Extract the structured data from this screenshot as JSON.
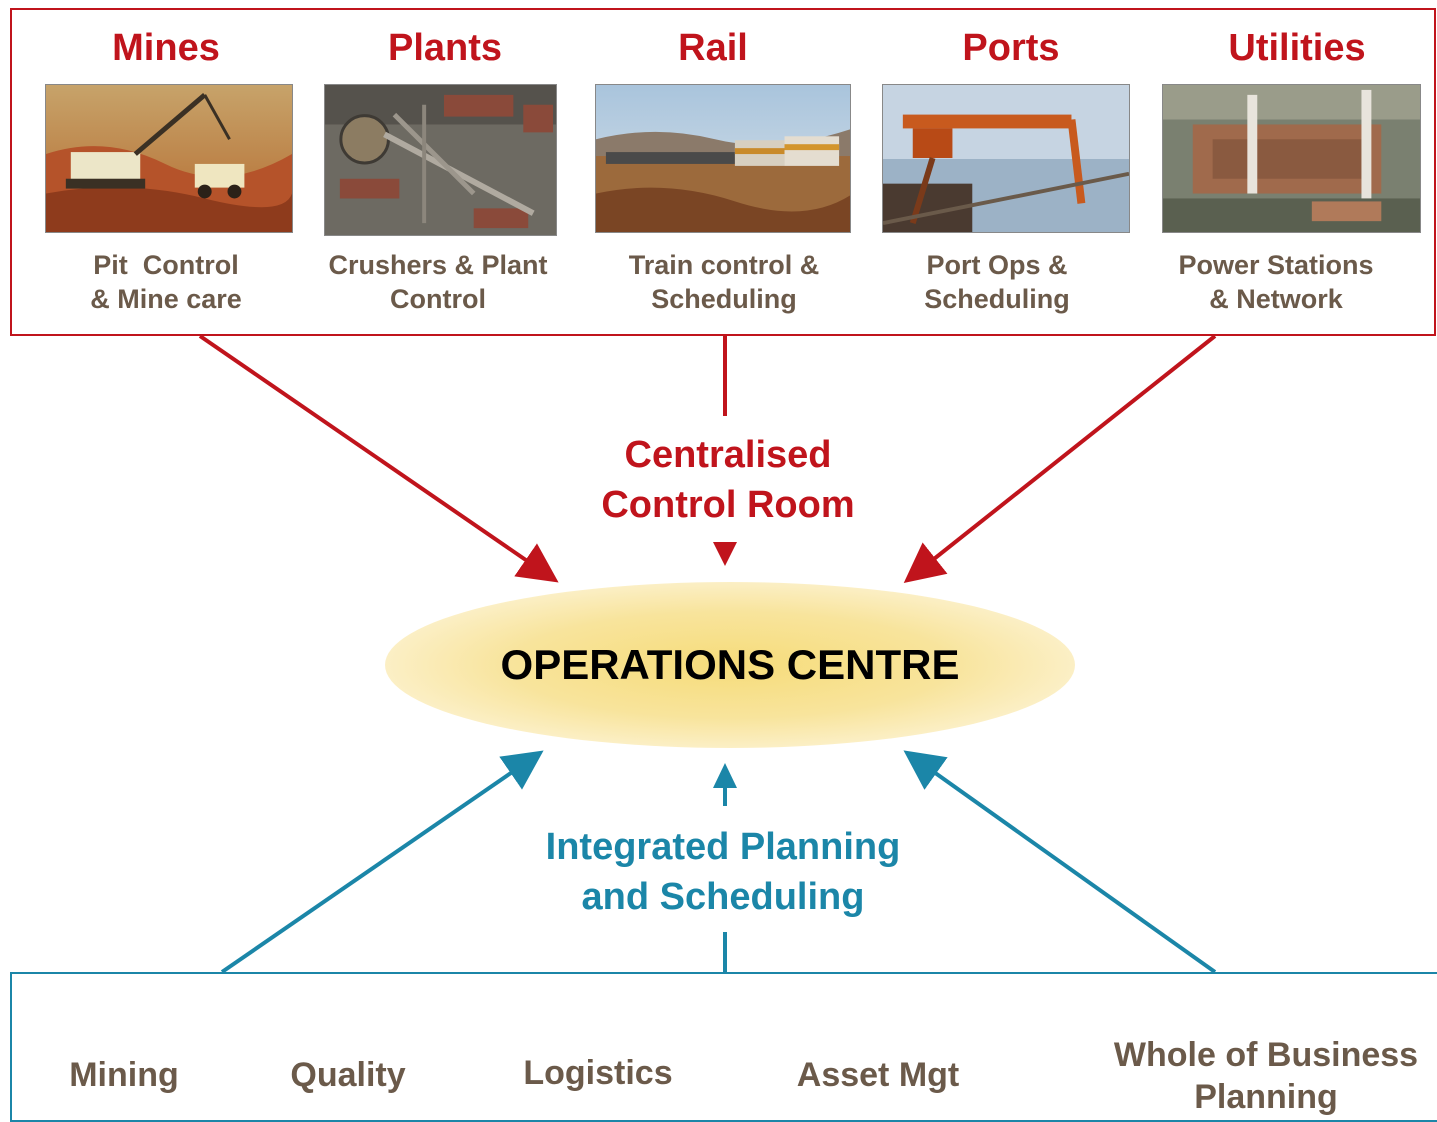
{
  "top_categories": [
    {
      "title": "Mines",
      "caption_lines": [
        "Pit  Control",
        "& Mine care"
      ],
      "photo": "mining-shovel-image"
    },
    {
      "title": "Plants",
      "caption_lines": [
        "Crushers & Plant",
        "Control"
      ],
      "photo": "processing-plant-image"
    },
    {
      "title": "Rail",
      "caption_lines": [
        "Train control &",
        "Scheduling"
      ],
      "photo": "ore-train-image"
    },
    {
      "title": "Ports",
      "caption_lines": [
        "Port Ops &",
        "Scheduling"
      ],
      "photo": "port-shiploader-image"
    },
    {
      "title": "Utilities",
      "caption_lines": [
        "Power Stations",
        "& Network"
      ],
      "photo": "power-station-image"
    }
  ],
  "control_room_label": [
    "Centralised",
    "Control Room"
  ],
  "center_label": "OPERATIONS CENTRE",
  "planning_label": [
    "Integrated Planning",
    "and Scheduling"
  ],
  "bottom_items": [
    {
      "lines": [
        "Mining"
      ]
    },
    {
      "lines": [
        "Quality"
      ]
    },
    {
      "lines": [
        "Logistics"
      ]
    },
    {
      "lines": [
        "Asset Mgt"
      ]
    },
    {
      "lines": [
        "Whole of Business",
        "Planning"
      ]
    }
  ],
  "colors": {
    "red": "#c0141c",
    "blue": "#1b86a8",
    "caption": "#6b5a4a",
    "ellipse": "#f6dc7a"
  }
}
